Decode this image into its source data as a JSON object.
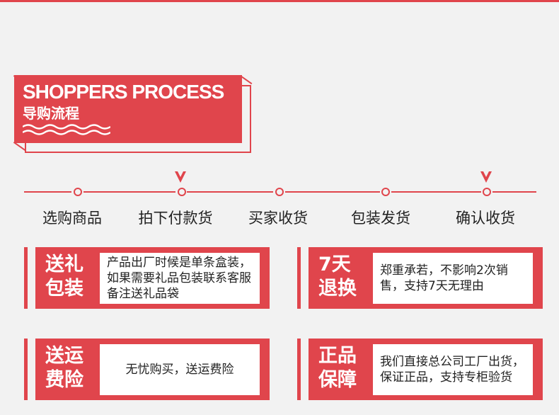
{
  "header": {
    "title_en": "SHOPPERS PROCESS",
    "title_zh": "导购流程"
  },
  "steps": [
    {
      "label": "选购商品",
      "has_arrow": false
    },
    {
      "label": "拍下付款货",
      "has_arrow": true
    },
    {
      "label": "买家收货",
      "has_arrow": false
    },
    {
      "label": "包装发货",
      "has_arrow": false
    },
    {
      "label": "确认收货",
      "has_arrow": true
    }
  ],
  "cards": [
    {
      "title": "送礼包装",
      "text": "产品出厂时候是单条盒装，如果需要礼品包装联系客服备注送礼品袋"
    },
    {
      "title": "7天退换",
      "text": "郑重承若，不影响2次销售，支持7天无理由"
    },
    {
      "title": "送运费险",
      "text": "无忧购买，送运费险"
    },
    {
      "title": "正品保障",
      "text": "我们直接总公司工厂出货，保证正品，支持专柜验货"
    }
  ],
  "colors": {
    "accent": "#e0454c",
    "background": "#f2f2f2",
    "shadow": "#b9b9b9"
  }
}
